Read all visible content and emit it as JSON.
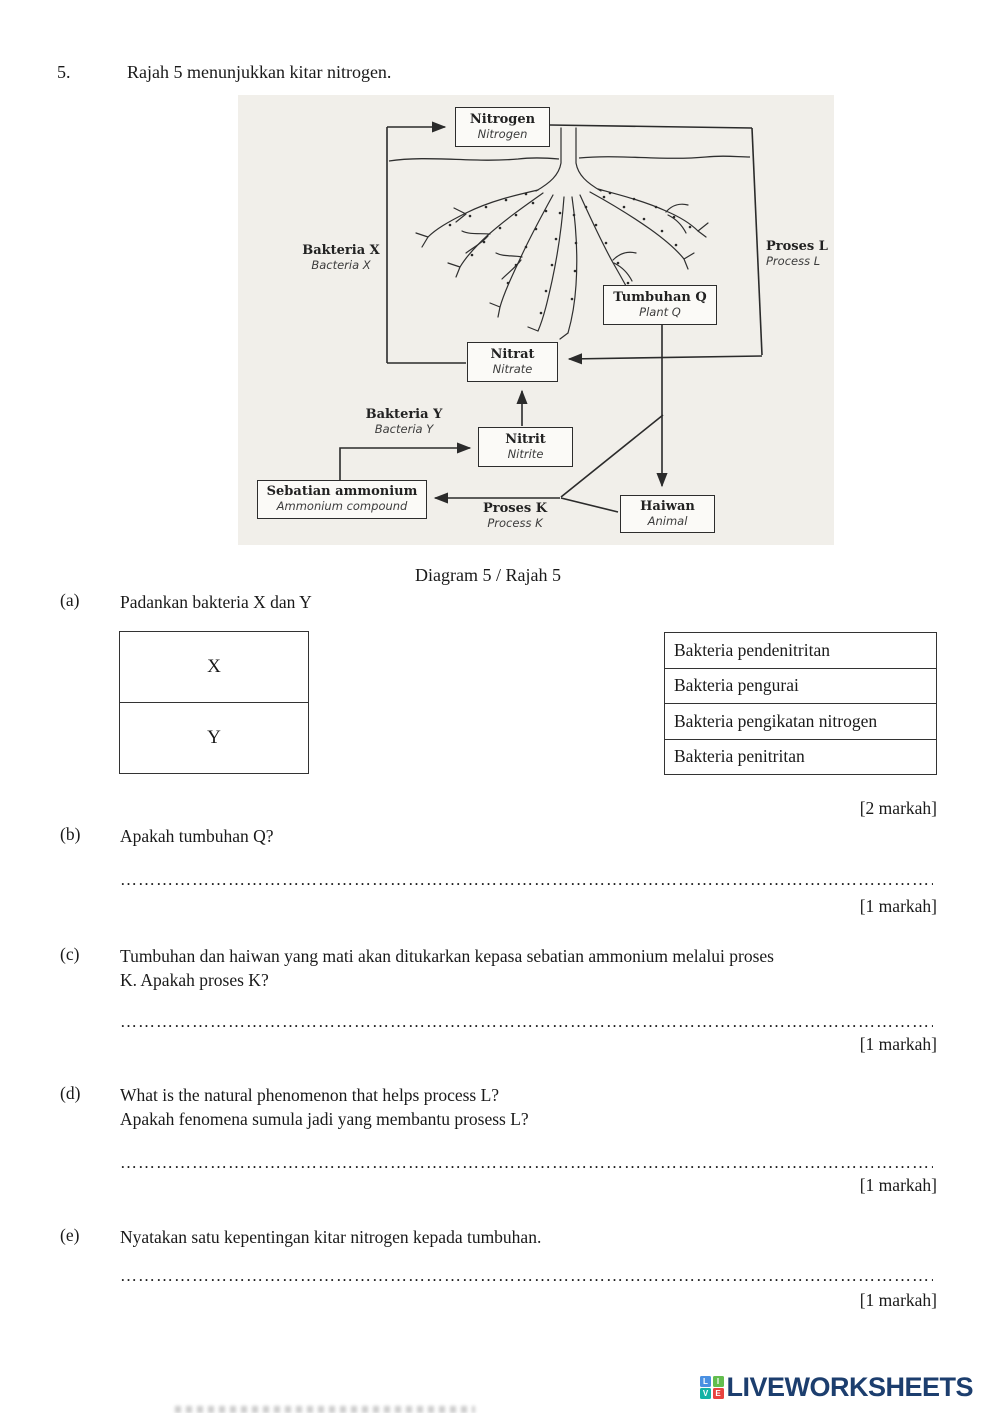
{
  "page": {
    "question_number": "5.",
    "heading": "Rajah 5 menunjukkan kitar nitrogen.",
    "caption": "Diagram 5 / Rajah 5"
  },
  "diagram": {
    "boxes": {
      "nitrogen": {
        "my": "Nitrogen",
        "en": "Nitrogen"
      },
      "tumbuhan_q": {
        "my": "Tumbuhan Q",
        "en": "Plant Q"
      },
      "nitrat": {
        "my": "Nitrat",
        "en": "Nitrate"
      },
      "nitrit": {
        "my": "Nitrit",
        "en": "Nitrite"
      },
      "sebatian": {
        "my": "Sebatian ammonium",
        "en": "Ammonium compound"
      },
      "haiwan": {
        "my": "Haiwan",
        "en": "Animal"
      }
    },
    "labels": {
      "bakteria_x": {
        "my": "Bakteria X",
        "en": "Bacteria X"
      },
      "bakteria_y": {
        "my": "Bakteria Y",
        "en": "Bacteria Y"
      },
      "proses_l": {
        "my": "Proses L",
        "en": "Process L"
      },
      "proses_k": {
        "my": "Proses K",
        "en": "Process K"
      }
    }
  },
  "questions": {
    "a": {
      "label": "(a)",
      "text": "Padankan bakteria X dan Y",
      "marks": "[2 markah]",
      "match_left": [
        "X",
        "Y"
      ],
      "match_options": [
        "Bakteria pendenitritan",
        "Bakteria pengurai",
        "Bakteria pengikatan nitrogen",
        "Bakteria penitritan"
      ]
    },
    "b": {
      "label": "(b)",
      "text": "Apakah tumbuhan Q?",
      "marks": "[1 markah]"
    },
    "c": {
      "label": "(c)",
      "line1": "Tumbuhan dan haiwan yang mati akan ditukarkan kepasa sebatian ammonium melalui proses",
      "line2": "K. Apakah proses K?",
      "marks": "[1 markah]"
    },
    "d": {
      "label": "(d)",
      "line1": "What is the natural phenomenon that helps process L?",
      "line2": "Apakah fenomena sumula jadi yang membantu prosess L?",
      "marks": "[1 markah]"
    },
    "e": {
      "label": "(e)",
      "text": "Nyatakan satu kepentingan kitar nitrogen kepada tumbuhan.",
      "marks": "[1 markah]"
    }
  },
  "answer_dots": "……………………………………………………………………………………………………………………………………………………………………………………………………..",
  "footer": {
    "brand": "LIVEWORKSHEETS",
    "brand_color": "#1c3e6e",
    "tiles": [
      {
        "letter": "L",
        "color": "#4a90e2"
      },
      {
        "letter": "I",
        "color": "#63bd4e"
      },
      {
        "letter": "V",
        "color": "#14b2a5"
      },
      {
        "letter": "E",
        "color": "#e8433f"
      }
    ]
  }
}
